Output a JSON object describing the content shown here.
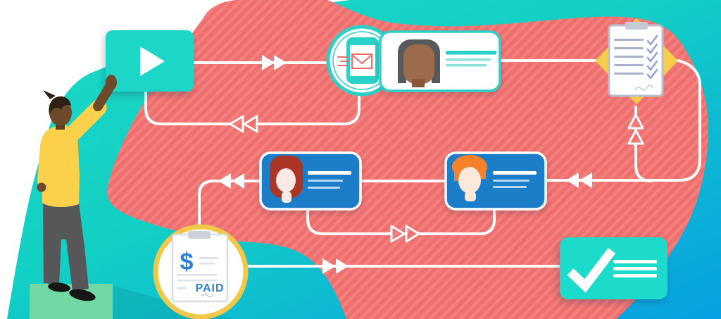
{
  "illustration": {
    "kind": "workflow-automation-illustration",
    "background": "#ffffff"
  },
  "colors": {
    "teal_bg_start": "#1ed9c6",
    "teal_bg_mid": "#12cfc4",
    "teal_bg_end": "#07a0e2",
    "pink_blob": "#ef6f6e",
    "pink_stripe": "#f3807d",
    "node_teal": "#1fd6c7",
    "teal_border": "#2bd1c6",
    "card_blue": "#1b7ec9",
    "accent_yellow": "#f8cd4b",
    "paid_blue": "#2e7fd6",
    "line_white": "#ffffff",
    "pedestal_green": "#71d8a3",
    "shirt_yellow": "#fbd04b",
    "skin_brown": "#6e4a2a",
    "pants_gray": "#57575a",
    "envelope_red": "#ee6a67",
    "clipboard_line_gray": "#a9b2c9",
    "check_indigo": "#93a2d6"
  },
  "invoice_node": {
    "dollar_sign": "$",
    "paid_label": "PAID"
  },
  "diagram": {
    "nodes": [
      {
        "id": "start",
        "kind": "play-button-card"
      },
      {
        "id": "send-message",
        "kind": "phone-with-email-circle"
      },
      {
        "id": "contact-a",
        "kind": "contact-card-gray-hair-man",
        "text_lines": 3
      },
      {
        "id": "approval",
        "kind": "decision-diamond-with-checklist-clipboard",
        "checklist_items": 5
      },
      {
        "id": "contact-b",
        "kind": "contact-card-orange-hair-man",
        "text_lines": 3
      },
      {
        "id": "contact-c",
        "kind": "contact-card-red-hair-woman",
        "text_lines": 3
      },
      {
        "id": "invoice",
        "kind": "paid-invoice-clipboard-circle",
        "label": "PAID"
      },
      {
        "id": "done",
        "kind": "checkmark-card",
        "text_lines": 3
      }
    ],
    "edges": [
      {
        "from": "start",
        "to": "send-message",
        "arrow": "solid-double-right"
      },
      {
        "from": "send-message",
        "to": "start",
        "arrow": "hollow-double-left",
        "style": "loop-below"
      },
      {
        "from": "contact-a",
        "to": "approval",
        "arrow": "none"
      },
      {
        "from": "approval",
        "to": "contact-b",
        "arrow": "solid-double-left",
        "style": "down-then-left"
      },
      {
        "from": "junction-below-approval",
        "to": "approval",
        "arrow": "hollow-double-up"
      },
      {
        "from": "contact-c",
        "to": "contact-b",
        "arrow": "hollow-double-right",
        "style": "loop-below"
      },
      {
        "from": "contact-b",
        "to": "contact-c",
        "arrow": "none"
      },
      {
        "from": "contact-c",
        "to": "invoice",
        "arrow": "solid-double-left",
        "style": "left-then-down"
      },
      {
        "from": "invoice",
        "to": "done",
        "arrow": "solid-double-right"
      }
    ]
  },
  "person": {
    "kind": "man-yellow-shirt-reaching-up-to-play-button",
    "standing_on": "green-pedestal"
  }
}
